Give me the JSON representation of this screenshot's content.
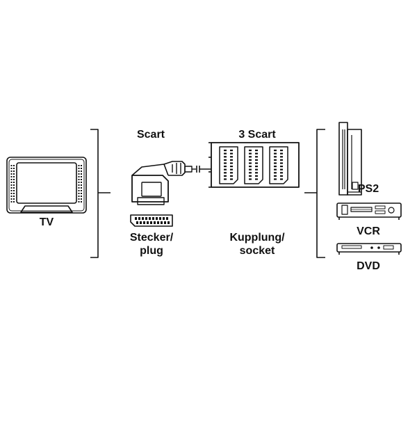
{
  "labels": {
    "tv": "TV",
    "scart": "Scart",
    "three_scart": "3 Scart",
    "stecker": "Stecker/",
    "plug": "plug",
    "kupplung": "Kupplung/",
    "socket": "socket",
    "ps2": "PS2",
    "vcr": "VCR",
    "dvd": "DVD"
  },
  "colors": {
    "line": "#111111",
    "background": "#ffffff"
  },
  "icons": [
    "tv-icon",
    "scart-plug-icon",
    "scart-pinout-icon",
    "triple-scart-socket-icon",
    "ps2-console-icon",
    "vcr-icon",
    "dvd-player-icon"
  ]
}
